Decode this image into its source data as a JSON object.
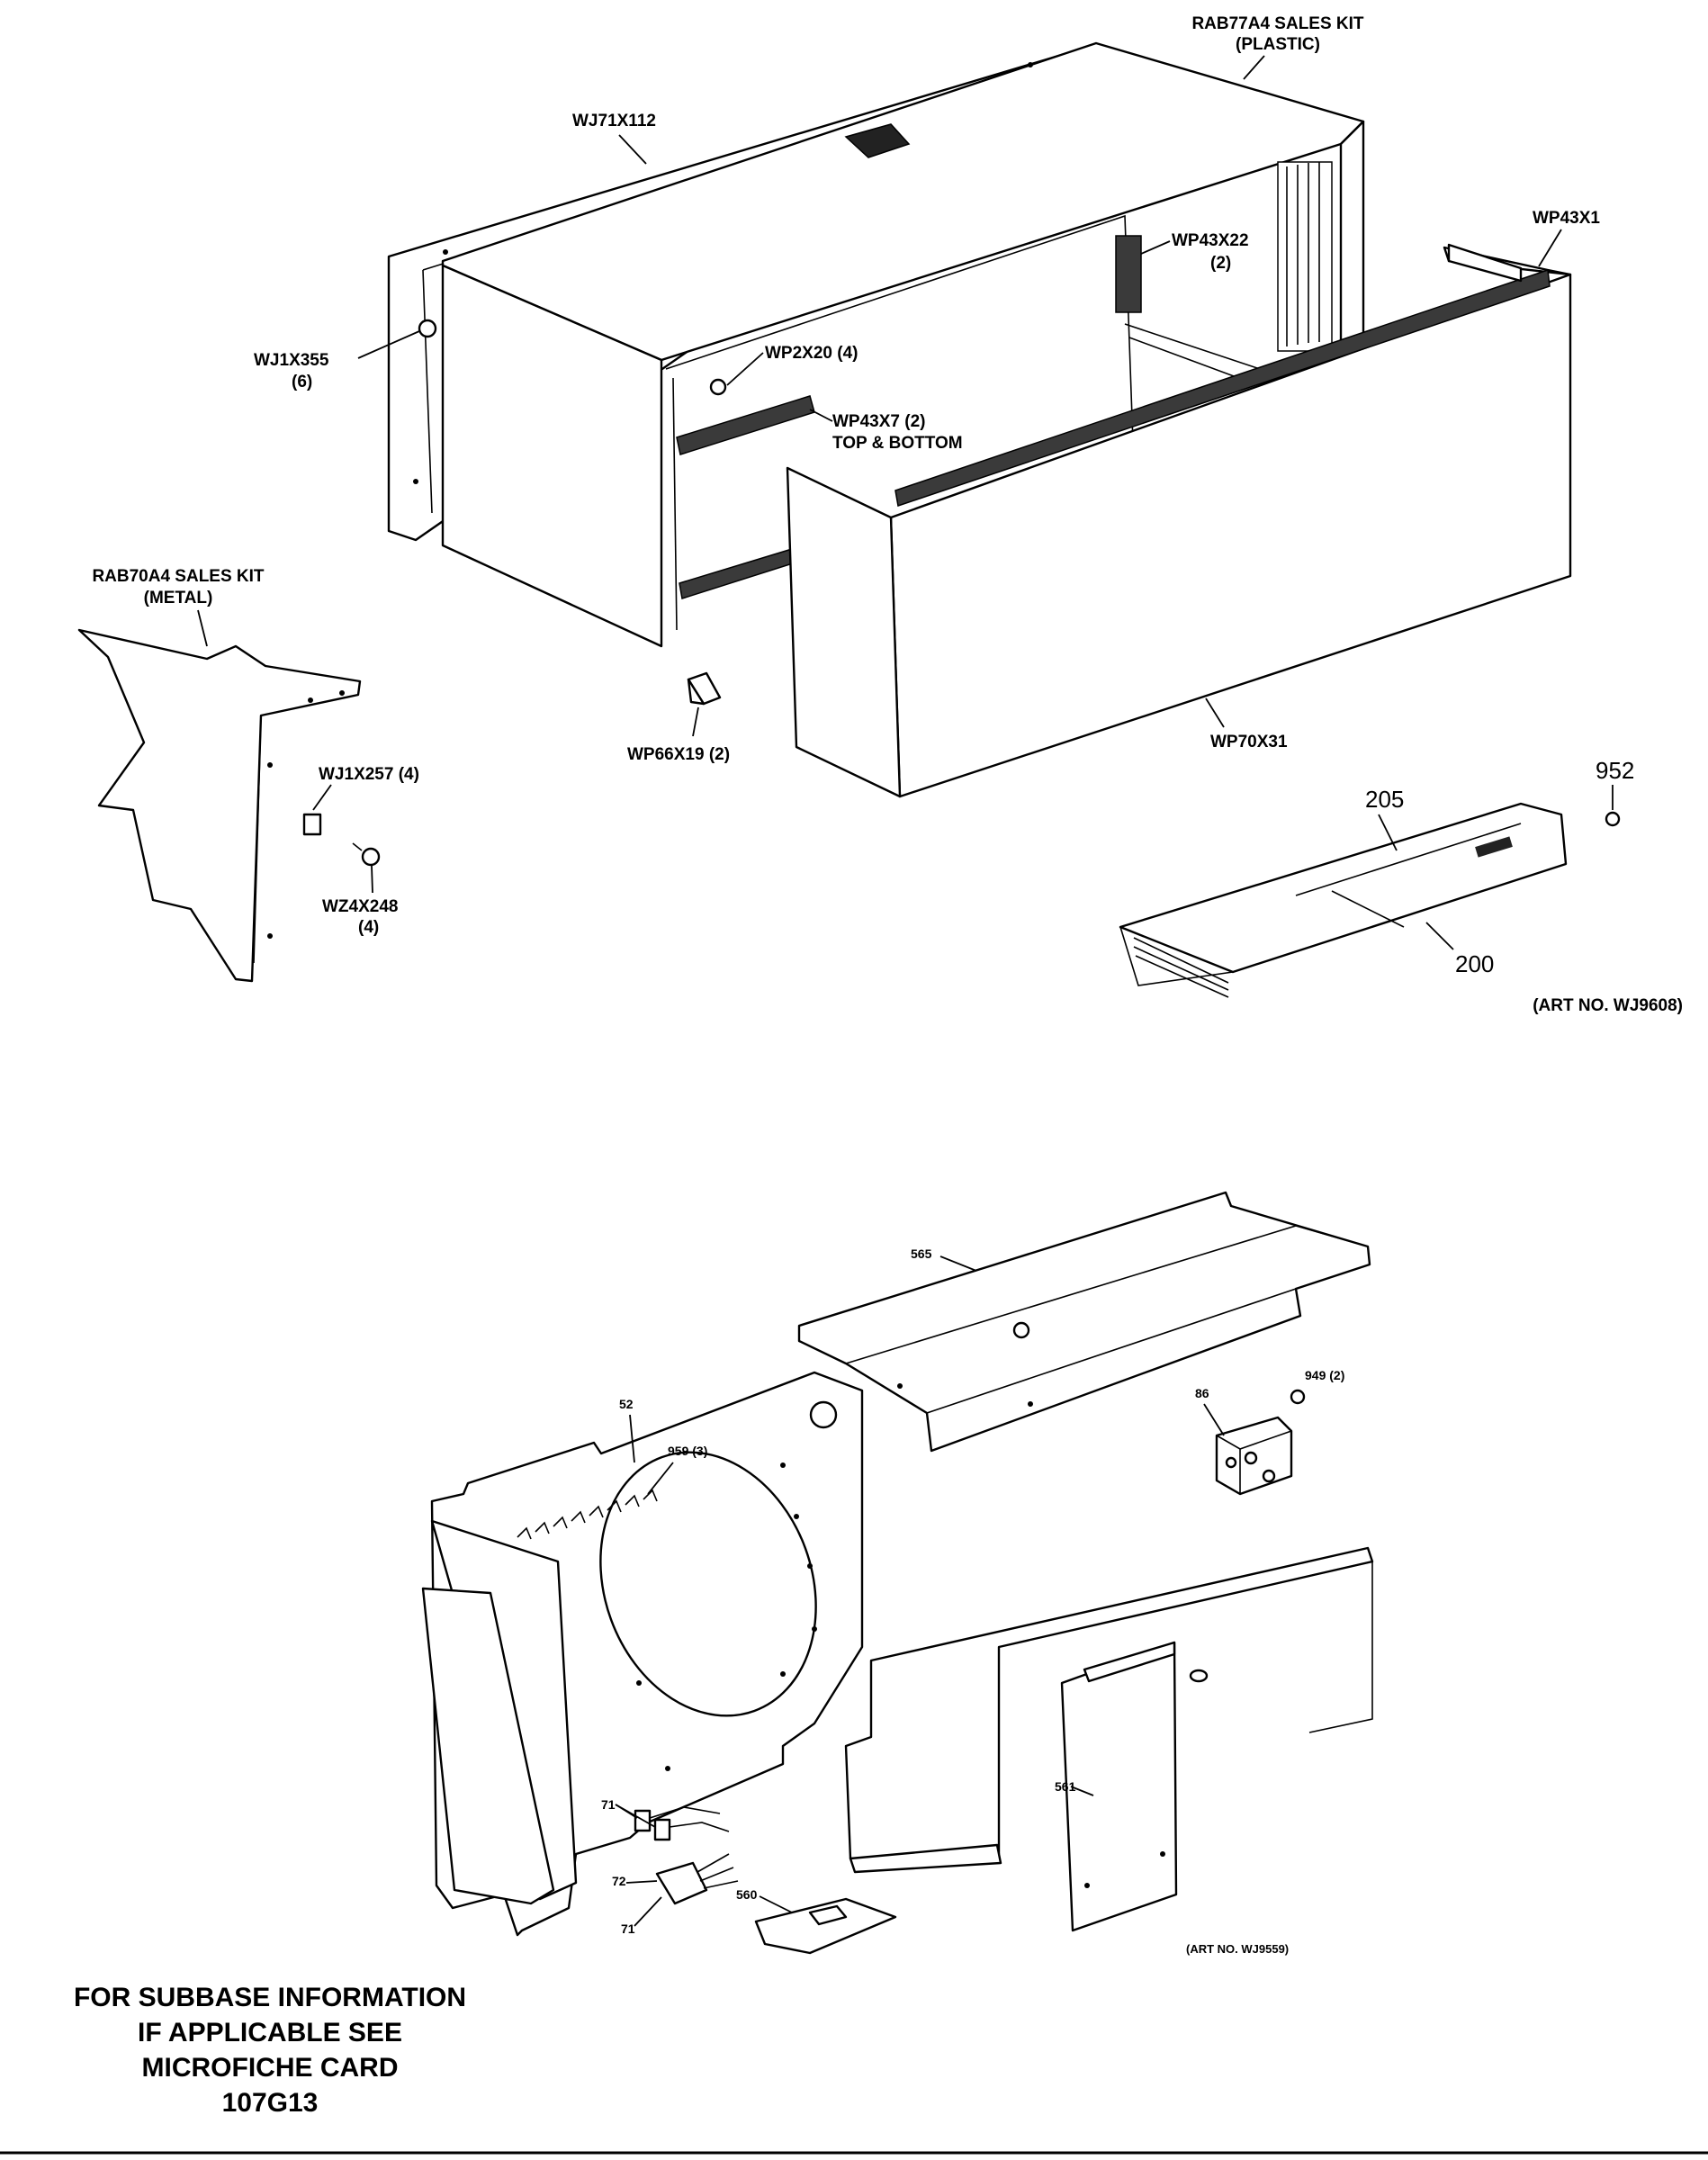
{
  "top_diagram": {
    "labels": {
      "sales_kit_plastic": "RAB77A4 SALES KIT",
      "sales_kit_plastic_sub": "(PLASTIC)",
      "wj71x112": "WJ71X112",
      "wp43x22": "WP43X22",
      "wp43x22_qty": "(2)",
      "wp43x1": "WP43X1",
      "wj1x355": "WJ1X355",
      "wj1x355_qty": "(6)",
      "wp2x20": "WP2X20 (4)",
      "wp43x7": "WP43X7 (2)",
      "wp43x7_sub": "TOP & BOTTOM",
      "sales_kit_metal": "RAB70A4 SALES KIT",
      "sales_kit_metal_sub": "(METAL)",
      "wj1x257": "WJ1X257 (4)",
      "wz4x248": "WZ4X248",
      "wz4x248_qty": "(4)",
      "wp66x19": "WP66X19 (2)",
      "wp70x31": "WP70X31",
      "n952": "952",
      "n205": "205",
      "n200": "200"
    },
    "art_no": "(ART NO. WJ9608)"
  },
  "bottom_diagram": {
    "labels": {
      "n565": "565",
      "n52": "52",
      "n959": "959 (3)",
      "n86": "86",
      "n949": "949 (2)",
      "n71a": "71",
      "n72": "72",
      "n71b": "71",
      "n560": "560",
      "n561": "561"
    },
    "art_no": "(ART NO. WJ9559)"
  },
  "footer_note": {
    "line1": "FOR SUBBASE INFORMATION",
    "line2": "IF APPLICABLE SEE",
    "line3": "MICROFICHE CARD",
    "line4": "107G13"
  }
}
